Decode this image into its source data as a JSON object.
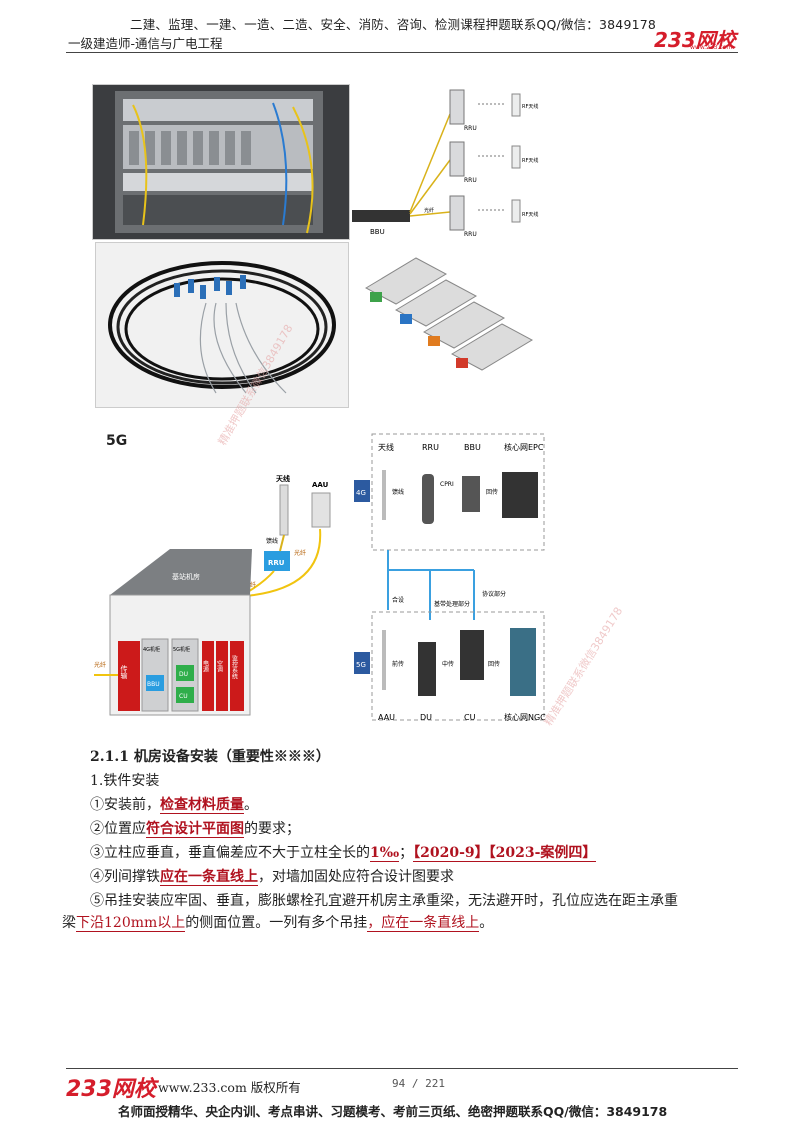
{
  "header": {
    "top_line": "二建、监理、一建、一造、二造、安全、消防、咨询、检测课程押题联系QQ/微信：3849178",
    "subtitle": "一级建造师-通信与广电工程",
    "logo": "233网校",
    "logo_url": "www.233.com"
  },
  "figures": {
    "rru_diagram": {
      "bbu": "BBU",
      "rru": "RRU",
      "antenna": "RF天线",
      "fiber": "光纤"
    },
    "fiveg_title": "5G",
    "station": {
      "antenna": "天线",
      "aau": "AAU",
      "feeder": "馈线",
      "rru": "RRU",
      "fiber1": "光纤",
      "fiber2": "光纤",
      "fiber_in": "光纤",
      "room": "基站机房",
      "cab4g": "4G机柜",
      "cab5g": "5G机柜",
      "bbu": "BBU",
      "du": "DU",
      "cu": "CU",
      "transmission": "传输",
      "power": "电源",
      "ac": "空调",
      "monitor": "监控系统"
    },
    "evolution": {
      "h_antenna": "天线",
      "h_rru": "RRU",
      "h_bbu": "BBU",
      "h_core": "核心网EPC",
      "label_4g": "4G",
      "label_5g": "5G",
      "feeder": "馈线",
      "cpri": "CPRI",
      "backhaul": "回传",
      "merge": "合设",
      "split1": "基带处理部分",
      "split2": "协议部分",
      "fronthaul": "前传",
      "midhaul": "中传",
      "backhaul2": "回传",
      "f_aau": "AAU",
      "f_du": "DU",
      "f_cu": "CU",
      "f_core": "核心网NGC"
    },
    "watermark": "精准押题联系微信3849178"
  },
  "content": {
    "heading": "2.1.1 机房设备安装（重要性※※※）",
    "sub": "1.铁件安装",
    "item1_pre": "①安装前，",
    "item1_hl": "检查材料质量",
    "item1_post": "。",
    "item2_pre": "②位置应",
    "item2_hl": "符合设计平面图",
    "item2_post": "的要求；",
    "item3_pre": "③立柱应垂直，垂直偏差应不大于立柱全长的",
    "item3_hl": "1‰",
    "item3_mid": "；",
    "item3_tag": "【2020-9】【2023-案例四】",
    "item4_pre": "④列间撑铁",
    "item4_hl": "应在一条直线上",
    "item4_post": "，对墙加固处应符合设计图要求",
    "item5_line1": "⑤吊挂安装应牢固、垂直，膨胀螺栓孔宜避开机房主承重梁，无法避开时，孔位应选在距主承重",
    "item5_l2_pre": "梁",
    "item5_l2_hl": "下沿120mm以上",
    "item5_l2_mid": "的侧面位置。一列有多个吊挂",
    "item5_l2_hl2": "，应在一条直线上",
    "item5_l2_post": "。"
  },
  "footer": {
    "logo": "233网校",
    "copyright": "www.233.com 版权所有",
    "page": "94 / 221",
    "bottom_line": "名师面授精华、央企内训、考点串讲、习题模考、考前三页纸、绝密押题联系QQ/微信：3849178"
  }
}
